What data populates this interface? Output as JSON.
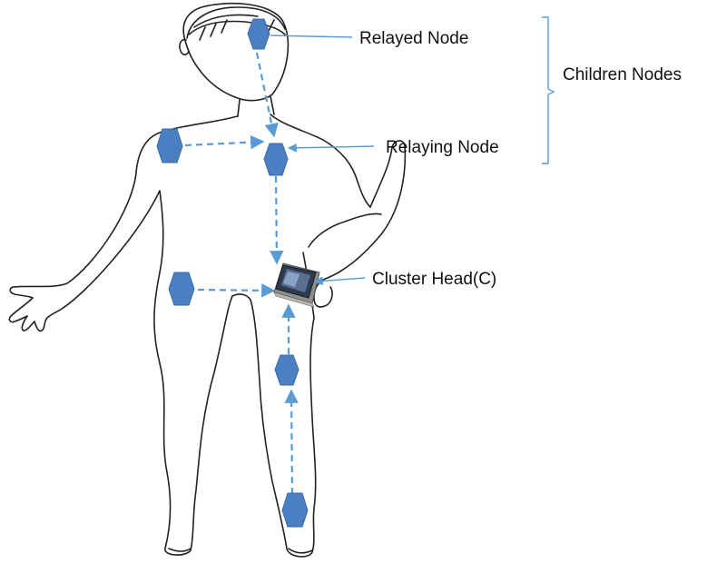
{
  "labels": {
    "relayed_node": "Relayed Node",
    "relaying_node": "Relaying Node",
    "cluster_head": "Cluster Head(C)",
    "children_nodes": "Children Nodes"
  },
  "colors": {
    "node_fill": "#4a7fc1",
    "node_stroke": "#3a6aa6",
    "dashed_link": "#5b9bd5",
    "pointer_line": "#5b9bd5",
    "bracket": "#5b9bd5",
    "outline": "#222222"
  },
  "icons": {
    "node": "hexagon-node-icon",
    "cluster_head": "tablet-device-icon"
  }
}
